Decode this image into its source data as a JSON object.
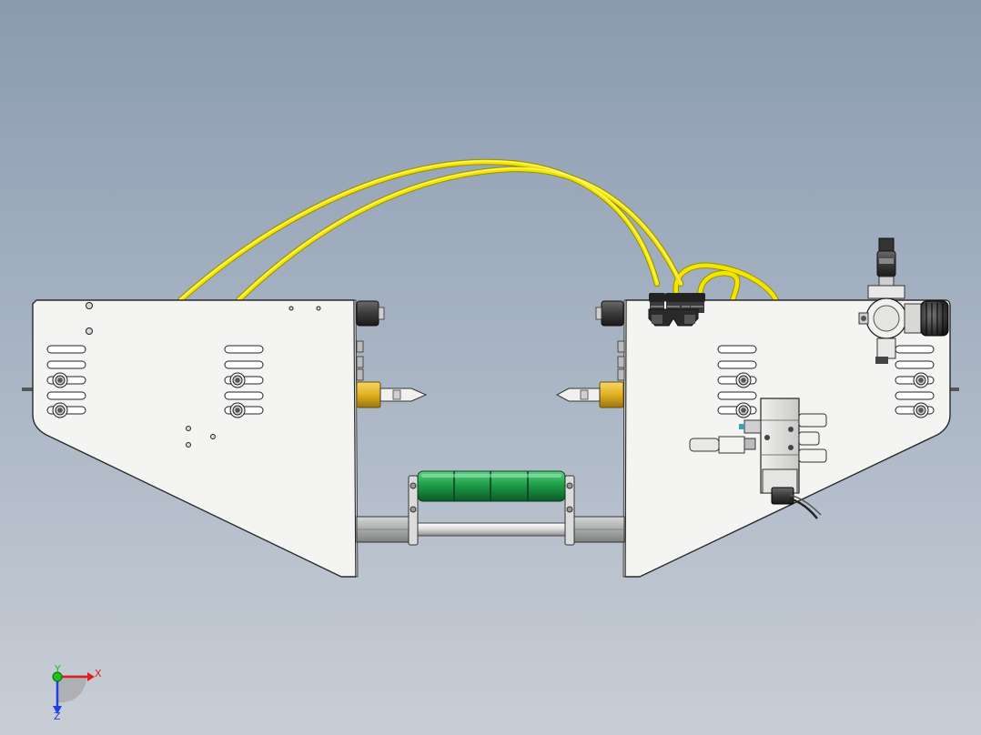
{
  "triad": {
    "x_label": "X",
    "y_label": "Y",
    "z_label": "Z"
  },
  "colors": {
    "tube": "#f2e600",
    "tube_edge": "#9a8f00",
    "plate": "#f4f4f2",
    "plate_edge": "#2a2a2a",
    "roller": "#1f9e4a",
    "brass": "#e1b020",
    "axis_x": "#e02020",
    "axis_y": "#20c020",
    "axis_z": "#2040e0"
  }
}
